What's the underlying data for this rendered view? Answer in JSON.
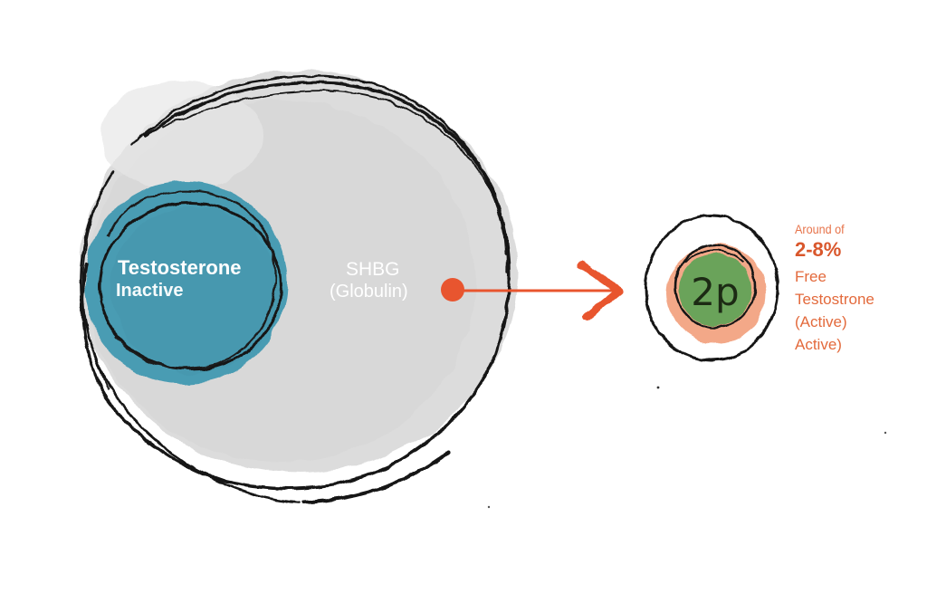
{
  "testosterone_bound": {
    "title": "Testosterone",
    "subtitle": "Inactive"
  },
  "shbg": {
    "title": "SHBG",
    "subtitle": "(Globulin)"
  },
  "free_fraction": {
    "badge": "2p",
    "prefix": "Around of",
    "range": "2-8%",
    "line1": "Free",
    "line2": "Testostrone",
    "line3": "(Active)",
    "line4": "Active)"
  },
  "colors": {
    "testosterone_blue": "#4a9cb3",
    "shbg_gray": "#dcdcdc",
    "arrow_orange": "#e8552f",
    "peach_ring": "#f3a888",
    "free_green": "#6ba35a",
    "label_orange": "#e36a3c",
    "ink": "#151515"
  },
  "icons": {
    "arrow": "right-arrow-icon"
  }
}
